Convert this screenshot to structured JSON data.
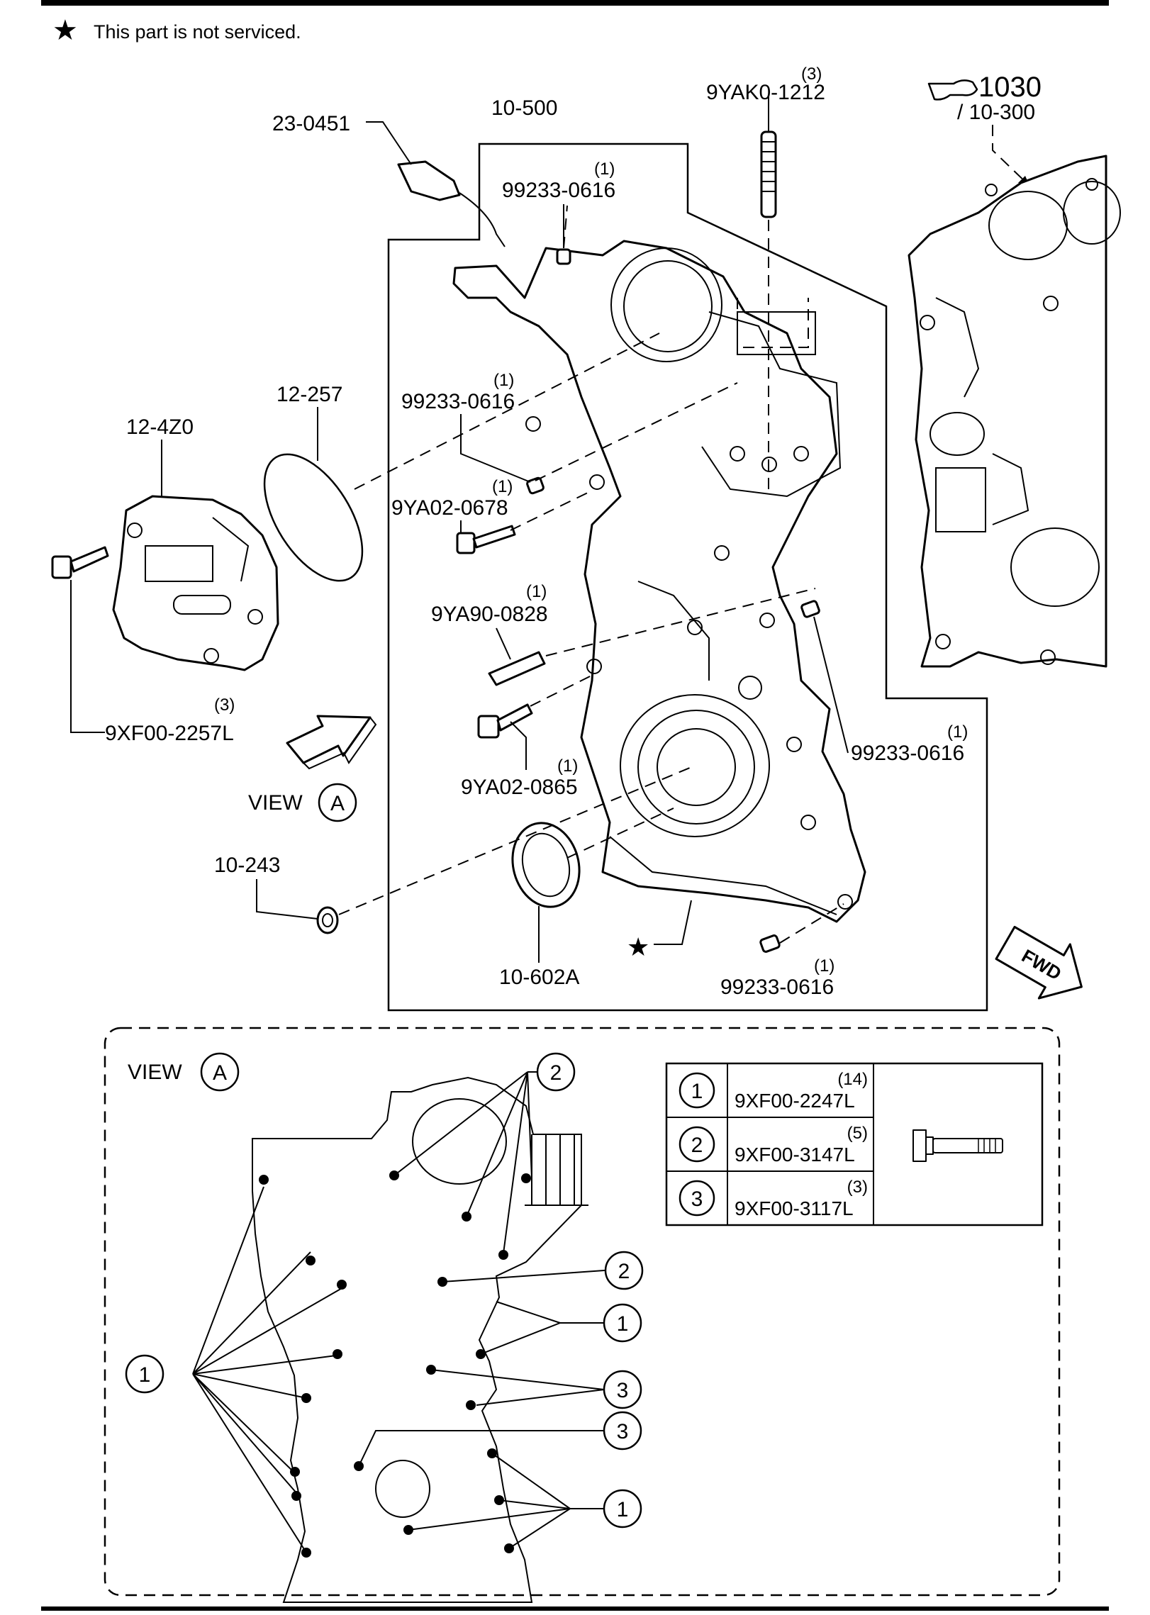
{
  "note": {
    "star": "★",
    "text": "This part is not serviced."
  },
  "ref": {
    "code": "1030",
    "sub": "/ 10-300"
  },
  "labels": {
    "l23_0451": "23-0451",
    "l10_500": "10-500",
    "l9yak0_qty": "(3)",
    "l9yak0": "9YAK0-1212",
    "l99233a_qty": "(1)",
    "l99233a": "99233-0616",
    "l99233b_qty": "(1)",
    "l99233b": "99233-0616",
    "l9ya02a_qty": "(1)",
    "l9ya02a": "9YA02-0678",
    "l12_257": "12-257",
    "l12_4z0": "12-4Z0",
    "l9ya90_qty": "(1)",
    "l9ya90": "9YA90-0828",
    "l9xf00_qty": "(3)",
    "l9xf00": "9XF00-2257L",
    "l99233c_qty": "(1)",
    "l99233c": "99233-0616",
    "l9ya02b_qty": "(1)",
    "l9ya02b": "9YA02-0865",
    "view": "VIEW",
    "view_letter": "A",
    "l10_243": "10-243",
    "l10_602a": "10-602A",
    "star": "★",
    "l99233d_qty": "(1)",
    "l99233d": "99233-0616",
    "fwd": "FWD"
  },
  "view_a": {
    "title": "VIEW",
    "letter": "A",
    "callouts": {
      "c1": "1",
      "c2": "2",
      "c3": "3"
    }
  },
  "bolt_table": [
    {
      "ref": "1",
      "qty": "(14)",
      "part": "9XF00-2247L"
    },
    {
      "ref": "2",
      "qty": "(5)",
      "part": "9XF00-3147L"
    },
    {
      "ref": "3",
      "qty": "(3)",
      "part": "9XF00-3117L"
    }
  ]
}
